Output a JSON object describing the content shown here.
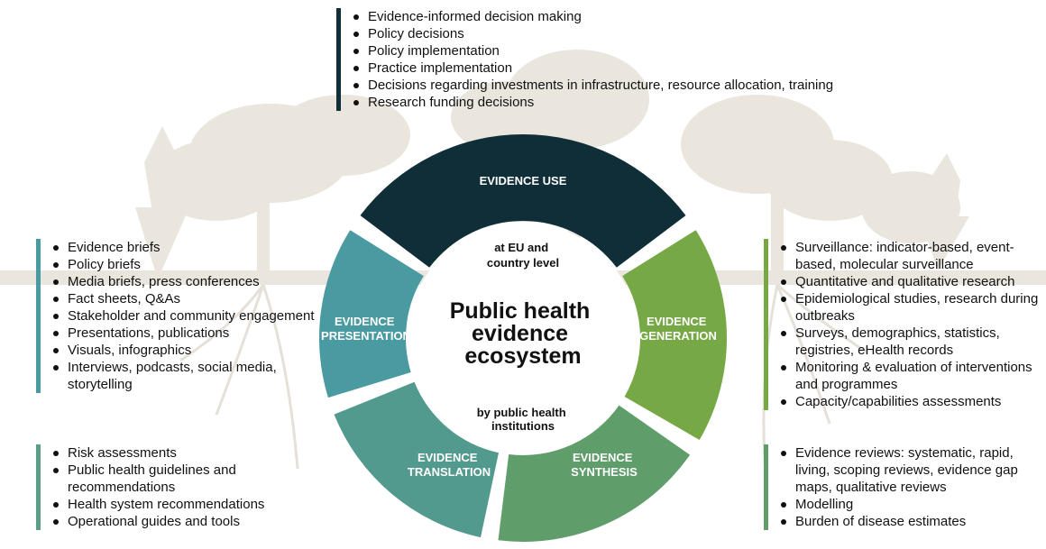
{
  "decisions_list": [
    "Evidence-informed decision making",
    "Policy decisions",
    "Policy implementation",
    "Practice implementation",
    "Decisions regarding investments in infrastructure, resource allocation, training",
    "Research funding decisions"
  ],
  "presentation_list": [
    "Evidence briefs",
    "Policy briefs",
    "Media briefs, press conferences",
    "Fact sheets, Q&As",
    "Stakeholder and community engagement",
    "Presentations, publications",
    "Visuals, infographics",
    "Interviews, podcasts, social media, storytelling"
  ],
  "translation_list": [
    "Risk assessments",
    "Public health guidelines and recommendations",
    "Health system recommendations",
    "Operational guides and tools"
  ],
  "generation_list": [
    "Surveillance: indicator-based, event-based, molecular surveillance",
    "Quantitative and qualitative research",
    "Epidemiological studies, research during outbreaks",
    "Surveys, demographics, statistics, registries, eHealth records",
    "Monitoring & evaluation of interventions and programmes",
    "Capacity/capabilities assessments"
  ],
  "synthesis_list": [
    "Evidence reviews: systematic, rapid, living, scoping reviews, evidence gap maps, qualitative reviews",
    "Modelling",
    "Burden of disease estimates"
  ],
  "wheel": {
    "segments": {
      "use": {
        "lines": [
          "EVIDENCE USE"
        ],
        "color": "#0f2e38"
      },
      "generation": {
        "lines": [
          "EVIDENCE",
          "GENERATION"
        ],
        "color": "#76a846"
      },
      "synthesis": {
        "lines": [
          "EVIDENCE",
          "SYNTHESIS"
        ],
        "color": "#5f9e6a"
      },
      "translation": {
        "lines": [
          "EVIDENCE",
          "TRANSLATION"
        ],
        "color": "#52998e"
      },
      "presentation": {
        "lines": [
          "EVIDENCE",
          "PRESENTATION"
        ],
        "color": "#4a9aa2"
      }
    },
    "center_title": [
      "Public health",
      "evidence",
      "ecosystem"
    ],
    "top_note": [
      "at EU and",
      "country level"
    ],
    "bottom_note": [
      "by public health",
      "institutions"
    ]
  }
}
